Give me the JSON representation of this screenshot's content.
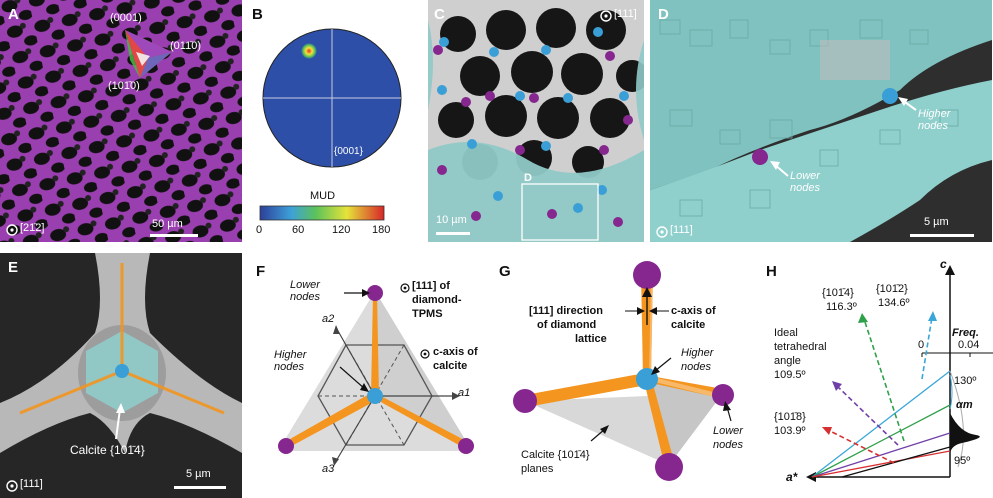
{
  "panels": {
    "A": {
      "label": "A",
      "scale": "50 µm",
      "direction": "[21̄2]",
      "ipf": {
        "top": "(0001)",
        "right": "(011̄0)",
        "left": "(101̄0)"
      }
    },
    "B": {
      "label": "B",
      "pole": "{0001}",
      "colorbar_title": "MUD",
      "ticks": [
        "0",
        "60",
        "120",
        "180"
      ]
    },
    "C": {
      "label": "C",
      "direction": "[111]",
      "scale": "10 µm",
      "inset_label": "D"
    },
    "D": {
      "label": "D",
      "direction": "[111]",
      "scale": "5 µm",
      "higher": "Higher nodes",
      "lower": "Lower nodes"
    },
    "E": {
      "label": "E",
      "direction": "[111]",
      "scale": "5 µm",
      "calcite": "Calcite {101̄4}"
    },
    "F": {
      "label": "F",
      "lower": "Lower nodes",
      "higher": "Higher nodes",
      "dir111_1": "[111] of",
      "dir111_2": "diamond-",
      "dir111_3": "TPMS",
      "caxis_1": "c-axis of",
      "caxis_2": "calcite",
      "a1": "a1",
      "a2": "a2",
      "a3": "a3"
    },
    "G": {
      "label": "G",
      "dir_1": "[111] direction",
      "dir_2": "of diamond",
      "dir_3": "lattice",
      "caxis_1": "c-axis of",
      "caxis_2": "calcite",
      "higher_1": "Higher",
      "higher_2": "nodes",
      "lower_1": "Lower",
      "lower_2": "nodes",
      "planes_1": "Calcite {101̄4}",
      "planes_2": "planes"
    },
    "H": {
      "label": "H",
      "c": "c",
      "astar": "a*",
      "freq": "Freq.",
      "f0": "0",
      "f1": "0.04",
      "alpha": "αm",
      "a130": "130º",
      "a95": "95º",
      "p1014": "{101̄4}",
      "v1014": "116.3º",
      "p1012": "{101̄2}",
      "v1012": "134.6º",
      "ideal_1": "Ideal",
      "ideal_2": "tetrahedral",
      "ideal_3": "angle",
      "ideal_4": "109.5º",
      "p1018": "{101̄8}",
      "v1018": "103.9º"
    }
  },
  "colors": {
    "purple": "#9a3fb0",
    "teal": "#8ad0cf",
    "blue": "#3a9fd6",
    "orange": "#f3951f",
    "node_purple": "#86268f"
  }
}
